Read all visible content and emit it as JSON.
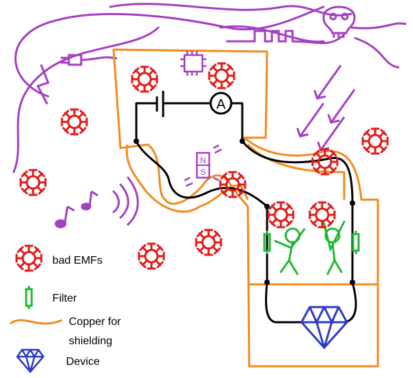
{
  "legend": {
    "bad_emfs": "bad EMFs",
    "filter": "Filter",
    "copper_line1": "Copper for",
    "copper_line2": "shielding",
    "device": "Device"
  },
  "meter_symbol": "A",
  "magnet_labels": {
    "north": "N",
    "south": "S"
  },
  "colors": {
    "copper": "#f28a1e",
    "wire": "#000000",
    "emf": "#e11a1a",
    "signal": "#a43fc3",
    "filter": "#22b833",
    "device": "#2e38c8"
  },
  "icons": {
    "emf": "virus-icon",
    "filter": "filter-icon",
    "device": "diamond-icon",
    "hazard": "skull-icon"
  }
}
